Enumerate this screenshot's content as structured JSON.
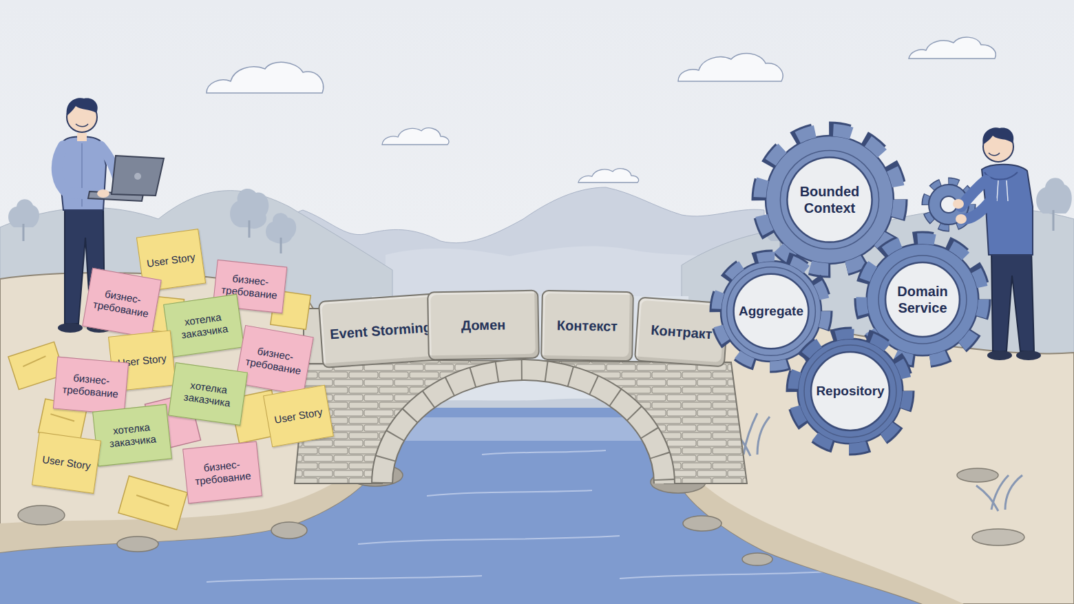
{
  "diagram": {
    "nodes": [
      {
        "text": [
          "User Story"
        ]
      },
      {
        "text": [
          "бизнес-требование"
        ]
      },
      {
        "text": [
          "бизнес-требование"
        ]
      },
      {
        "text": [
          "хотелка заказчика"
        ]
      },
      {
        "text": [
          "User Story"
        ]
      },
      {
        "text": [
          "бизнес-требование"
        ]
      },
      {
        "text": [
          "бизнес-требование"
        ]
      },
      {
        "text": [
          "хотелка заказчика"
        ]
      },
      {
        "text": [
          "User Story"
        ]
      },
      {
        "text": [
          "хотелка заказчика"
        ]
      },
      {
        "text": [
          "User Story"
        ]
      },
      {
        "text": [
          "бизнес-требование"
        ]
      },
      {
        "text": [
          "Event Storming"
        ]
      },
      {
        "text": [
          "Домен"
        ]
      },
      {
        "text": [
          "Контекст"
        ]
      },
      {
        "text": [
          "Контракт"
        ]
      },
      {
        "text": [
          "Bounded Context"
        ]
      },
      {
        "text": [
          "Aggregate"
        ]
      },
      {
        "text": [
          "Domain Service"
        ]
      },
      {
        "text": [
          "Repository"
        ]
      }
    ]
  }
}
